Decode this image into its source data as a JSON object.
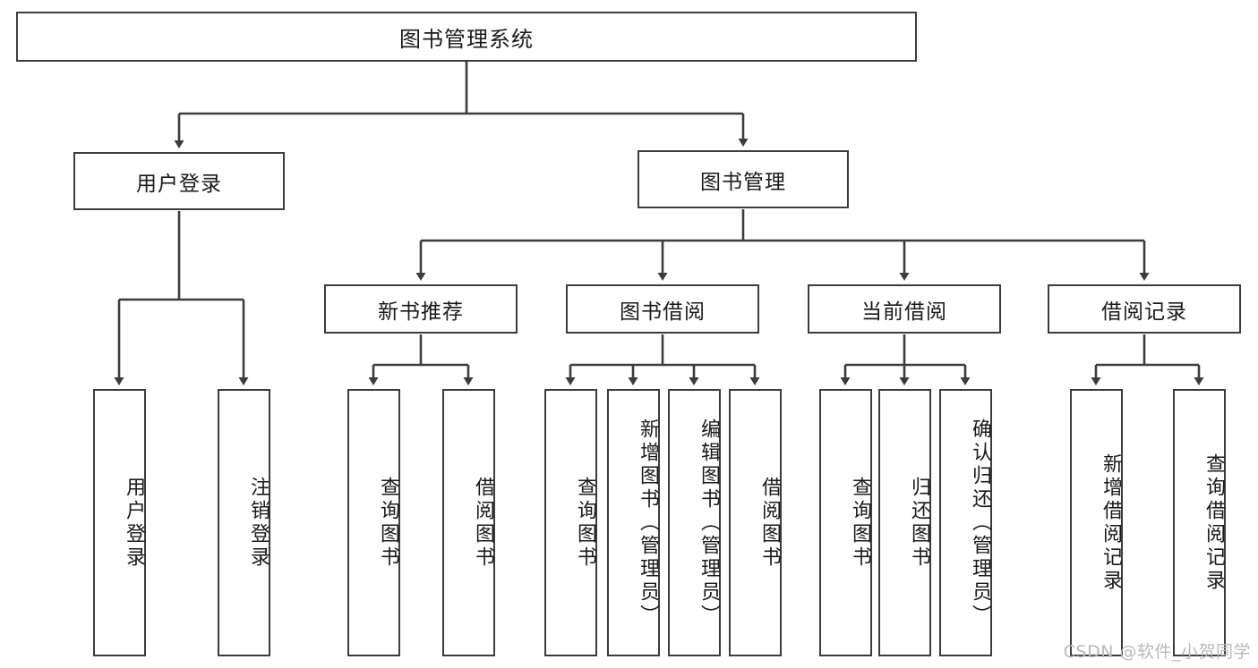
{
  "diagram": {
    "type": "tree-hierarchy",
    "title_node": {
      "label": "图书管理系统"
    },
    "level1": [
      {
        "id": "user-login",
        "label": "用户登录"
      },
      {
        "id": "book-management",
        "label": "图书管理"
      }
    ],
    "level2": [
      {
        "id": "new-book-recommend",
        "label": "新书推荐"
      },
      {
        "id": "book-borrow",
        "label": "图书借阅"
      },
      {
        "id": "current-borrow",
        "label": "当前借阅"
      },
      {
        "id": "borrow-record",
        "label": "借阅记录"
      }
    ],
    "leaves": {
      "user_login": [
        {
          "id": "leaf-user-login",
          "label": "用户登录"
        },
        {
          "id": "leaf-user-logout",
          "label": "注销登录"
        }
      ],
      "new_book_recommend": [
        {
          "id": "leaf-query-book-1",
          "label": "查询图书"
        },
        {
          "id": "leaf-borrow-book-1",
          "label": "借阅图书"
        }
      ],
      "book_borrow": [
        {
          "id": "leaf-query-book-2",
          "label": "查询图书"
        },
        {
          "id": "leaf-add-book",
          "label": "新增图书（管理员）"
        },
        {
          "id": "leaf-edit-book",
          "label": "编辑图书（管理员）"
        },
        {
          "id": "leaf-borrow-book-2",
          "label": "借阅图书"
        }
      ],
      "current_borrow": [
        {
          "id": "leaf-query-book-3",
          "label": "查询图书"
        },
        {
          "id": "leaf-return-book",
          "label": "归还图书"
        },
        {
          "id": "leaf-confirm-return",
          "label": "确认归还（管理员）"
        }
      ],
      "borrow_record": [
        {
          "id": "leaf-add-record",
          "label": "新增借阅记录"
        },
        {
          "id": "leaf-query-record",
          "label": "查询借阅记录"
        }
      ]
    }
  },
  "watermark": {
    "text": "CSDN @软件_小贺同学"
  },
  "colors": {
    "box_border": "#3c3c3c",
    "line": "#3c3c3c",
    "text": "#1a1a1a",
    "watermark": "#b9b9b9",
    "background": "#ffffff"
  }
}
